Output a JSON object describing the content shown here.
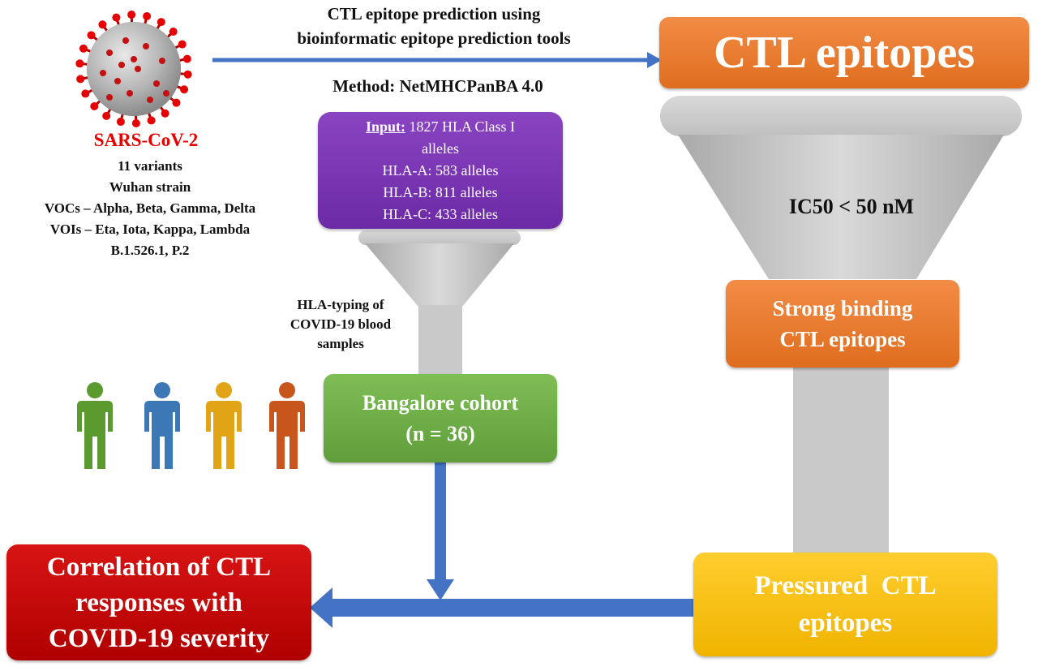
{
  "virus": {
    "name": "SARS-CoV-2",
    "lines": [
      "11 variants",
      "Wuhan strain",
      "VOCs – Alpha, Beta, Gamma, Delta",
      "VOIs – Eta, Iota, Kappa, Lambda",
      "B.1.526.1, P.2"
    ]
  },
  "top_arrow": {
    "label_line1": "CTL epitope prediction using",
    "label_line2": "bioinformatic epitope prediction tools"
  },
  "method_label": "Method: NetMHCPanBA 4.0",
  "input_box": {
    "label": "Input:",
    "line1_rest": " 1827 HLA Class I",
    "line2": "alleles",
    "line3": "HLA-A:  583 alleles",
    "line4": "HLA-B:  811 alleles",
    "line5": "HLA-C:  433 alleles",
    "color": "#7030a0"
  },
  "hla_typing": {
    "line1": "HLA-typing of",
    "line2": "COVID-19 blood",
    "line3": "samples"
  },
  "cohort_box": {
    "line1": "Bangalore cohort",
    "line2": "(n = 36)",
    "color": "#70ad47"
  },
  "people": [
    {
      "name": "person-green",
      "color": "#5a9a2e"
    },
    {
      "name": "person-blue",
      "color": "#3b78b5"
    },
    {
      "name": "person-yellow",
      "color": "#e0a416"
    },
    {
      "name": "person-orange",
      "color": "#c8561c"
    }
  ],
  "ctl_epitopes_box": {
    "label": "CTL epitopes",
    "color": "#ed7d31"
  },
  "funnel_label": "IC50 < 50 nM",
  "strong_box": {
    "line1": "Strong binding",
    "line2": "CTL epitopes",
    "color": "#ed7d31"
  },
  "pressured_box": {
    "line1": "Pressured  CTL",
    "line2": "epitopes",
    "color": "#ffc000"
  },
  "correlation_box": {
    "line1": "Correlation of CTL",
    "line2": "responses with",
    "line3": "COVID-19 severity",
    "color": "#c00000"
  },
  "colors": {
    "arrow": "#4472c4",
    "funnel": "#bfbfbf",
    "funnel_rim": "#c9c9c9",
    "virus_red": "#e60000"
  }
}
